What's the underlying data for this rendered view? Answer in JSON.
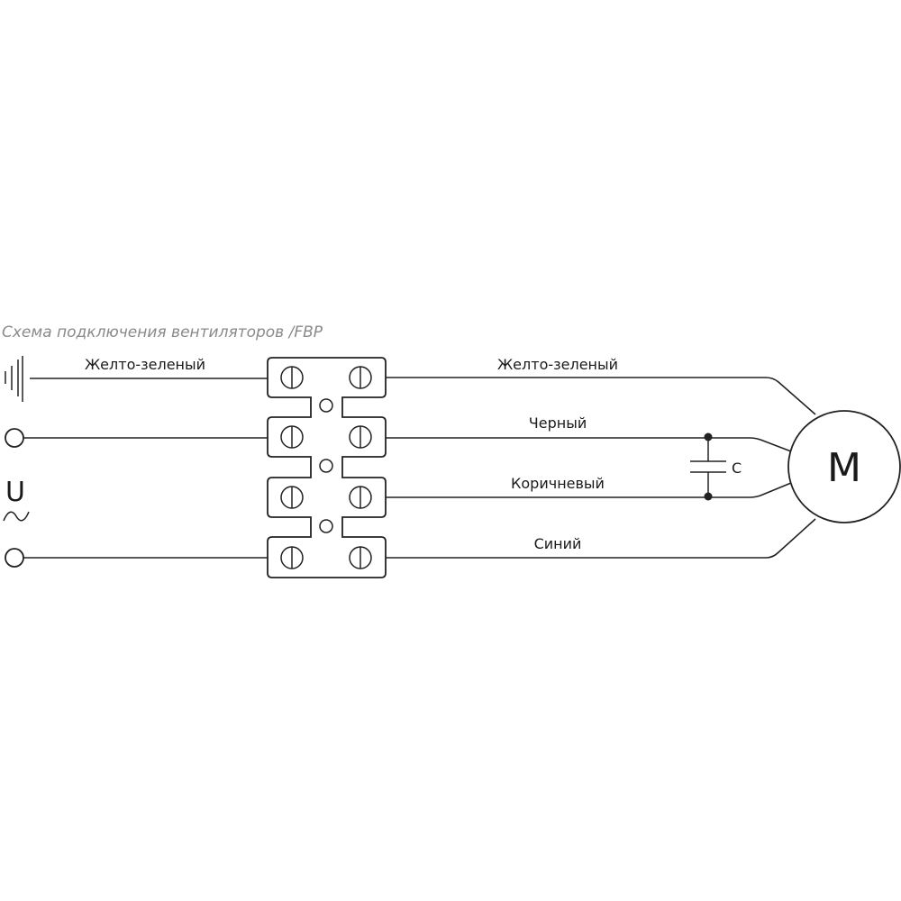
{
  "title": "Схема подключения вентиляторов /FBP",
  "supply": {
    "voltage_symbol": "U",
    "ac_symbol": "~"
  },
  "wires_left": [
    {
      "label": "Желто-зеленый",
      "terminal": "ground"
    }
  ],
  "wires_right": [
    {
      "label": "Желто-зеленый"
    },
    {
      "label": "Черный"
    },
    {
      "label": "Коричневый"
    },
    {
      "label": "Синий"
    }
  ],
  "capacitor": {
    "label": "C"
  },
  "motor": {
    "label": "M"
  },
  "terminal_block": {
    "positions": 4
  },
  "colors": {
    "line": "#222222",
    "title": "#8a8a8a"
  }
}
